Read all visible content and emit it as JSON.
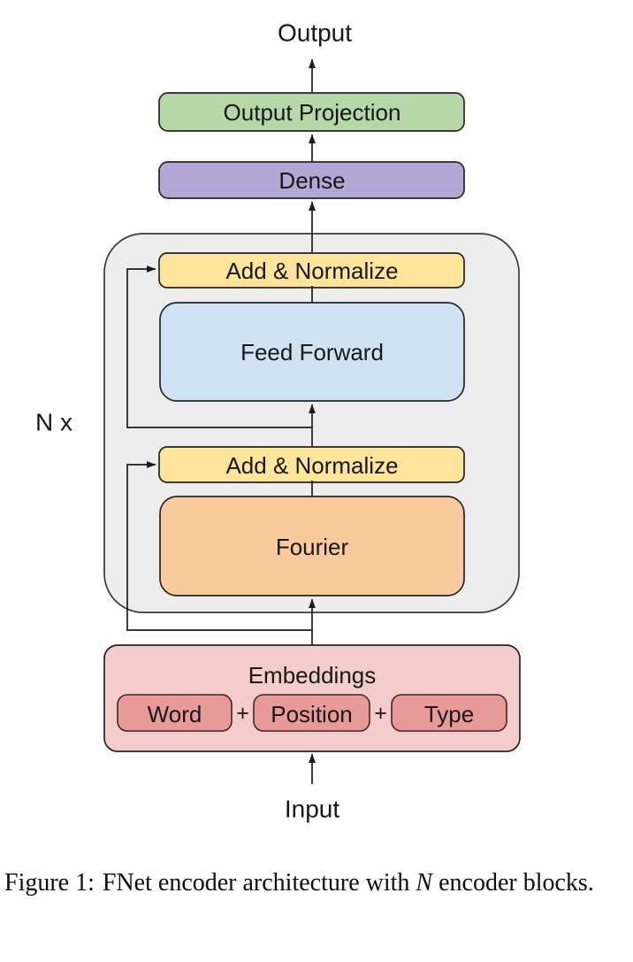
{
  "palette": {
    "line": "#1c1c1c",
    "background": "#ffffff"
  },
  "diagram": {
    "output_label": "Output",
    "input_label": "Input",
    "repeat_label": "N x",
    "encoder_block": {
      "fill": "#ededed"
    },
    "boxes": {
      "output_projection": {
        "label": "Output Projection",
        "fill": "#b6d7a8"
      },
      "dense": {
        "label": "Dense",
        "fill": "#b4a7d6"
      },
      "add_normalize_top": {
        "label": "Add & Normalize",
        "fill": "#ffe599"
      },
      "feed_forward": {
        "label": "Feed Forward",
        "fill": "#cfe2f3"
      },
      "add_normalize_bottom": {
        "label": "Add & Normalize",
        "fill": "#ffe599"
      },
      "fourier": {
        "label": "Fourier",
        "fill": "#f9cb9c"
      },
      "embeddings": {
        "label": "Embeddings",
        "fill": "#f4cccc"
      },
      "word": {
        "label": "Word",
        "fill": "#ea9999"
      },
      "position": {
        "label": "Position",
        "fill": "#ea9999"
      },
      "type": {
        "label": "Type",
        "fill": "#ea9999"
      }
    },
    "plus_left": "+",
    "plus_right": "+"
  },
  "caption": {
    "label": "Figure 1:",
    "text_before_n": "FNet encoder architecture with",
    "n_symbol": "N",
    "text_after_n": "encoder blocks."
  }
}
